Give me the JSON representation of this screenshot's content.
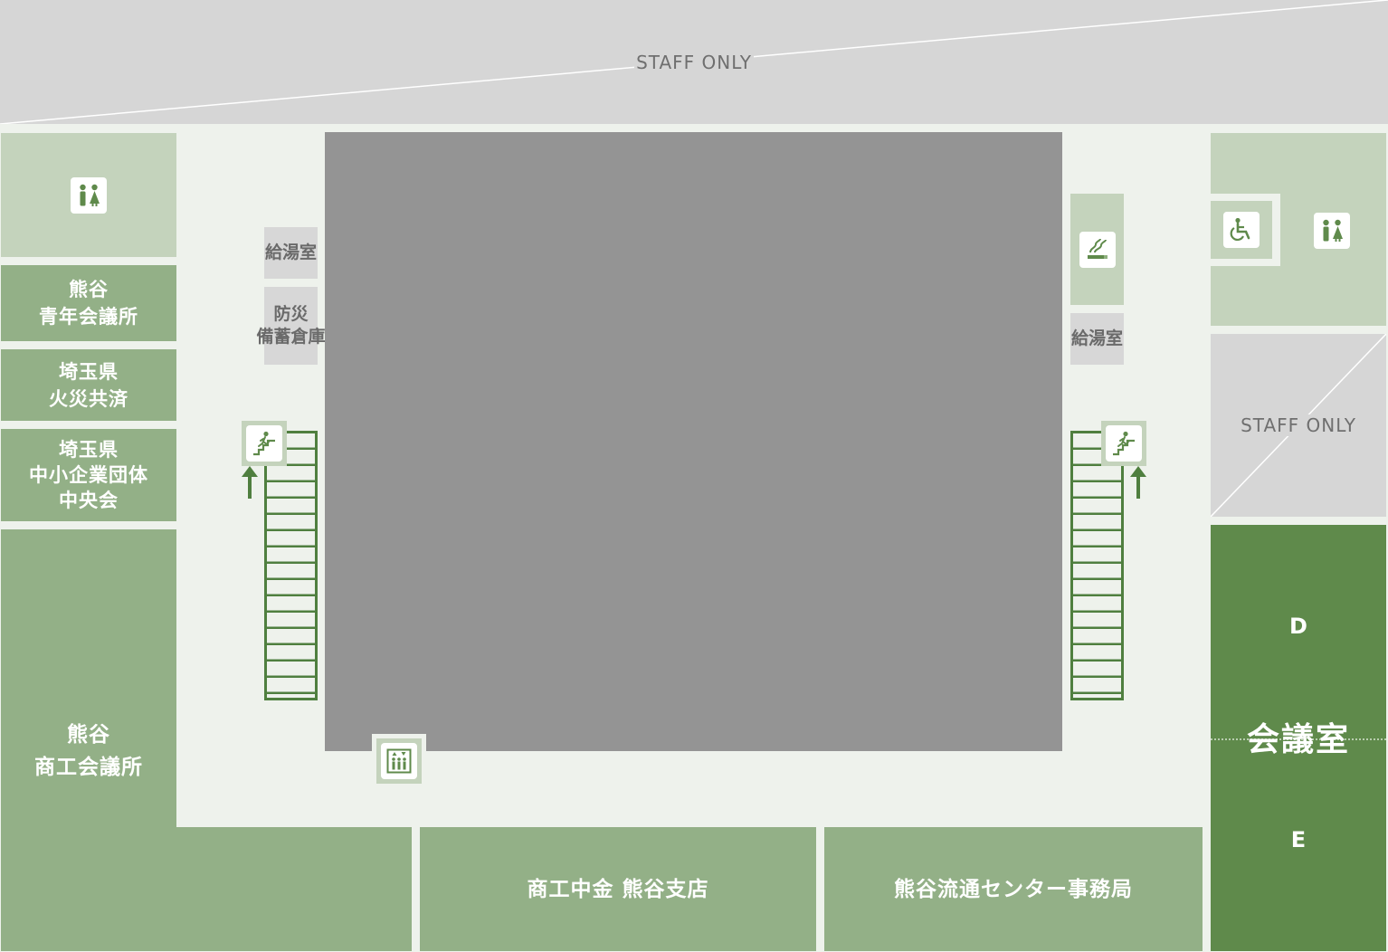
{
  "colors": {
    "background": "#eef2ec",
    "room_green": "#93b087",
    "light_green": "#c4d3bc",
    "conference_green": "#5f8a4b",
    "staff_gray": "#d6d6d6",
    "void_gray": "#949494",
    "stair_green": "#4f7f3f"
  },
  "staff_only_top": "STAFF ONLY",
  "staff_only_right": "STAFF ONLY",
  "rooms": {
    "youth_chamber_line1": "熊谷",
    "youth_chamber_line2": "青年会議所",
    "fire_mutual_line1": "埼玉県",
    "fire_mutual_line2": "火災共済",
    "sme_line1": "埼玉県",
    "sme_line2": "中小企業団体",
    "sme_line3": "中央会",
    "chamber_line1": "熊谷",
    "chamber_line2": "商工会議所",
    "shoko_bank": "商工中金 熊谷支店",
    "distribution_center": "熊谷流通センター事務局"
  },
  "utility": {
    "kitchen_left": "給湯室",
    "storage_line1": "防災",
    "storage_line2": "備蓄倉庫",
    "kitchen_right": "給湯室"
  },
  "conference": {
    "letter_top": "D",
    "title": "会議室",
    "letter_bottom": "E"
  },
  "icons": {
    "restroom_left": "restroom-icon",
    "restroom_right": "restroom-icon",
    "accessible": "wheelchair-icon",
    "smoking": "smoking-area-icon",
    "stairs_left": "stairs-icon",
    "stairs_right": "stairs-icon",
    "elevator": "elevator-icon",
    "arrow_up_left": "arrow-up-icon",
    "arrow_up_right": "arrow-up-icon"
  }
}
